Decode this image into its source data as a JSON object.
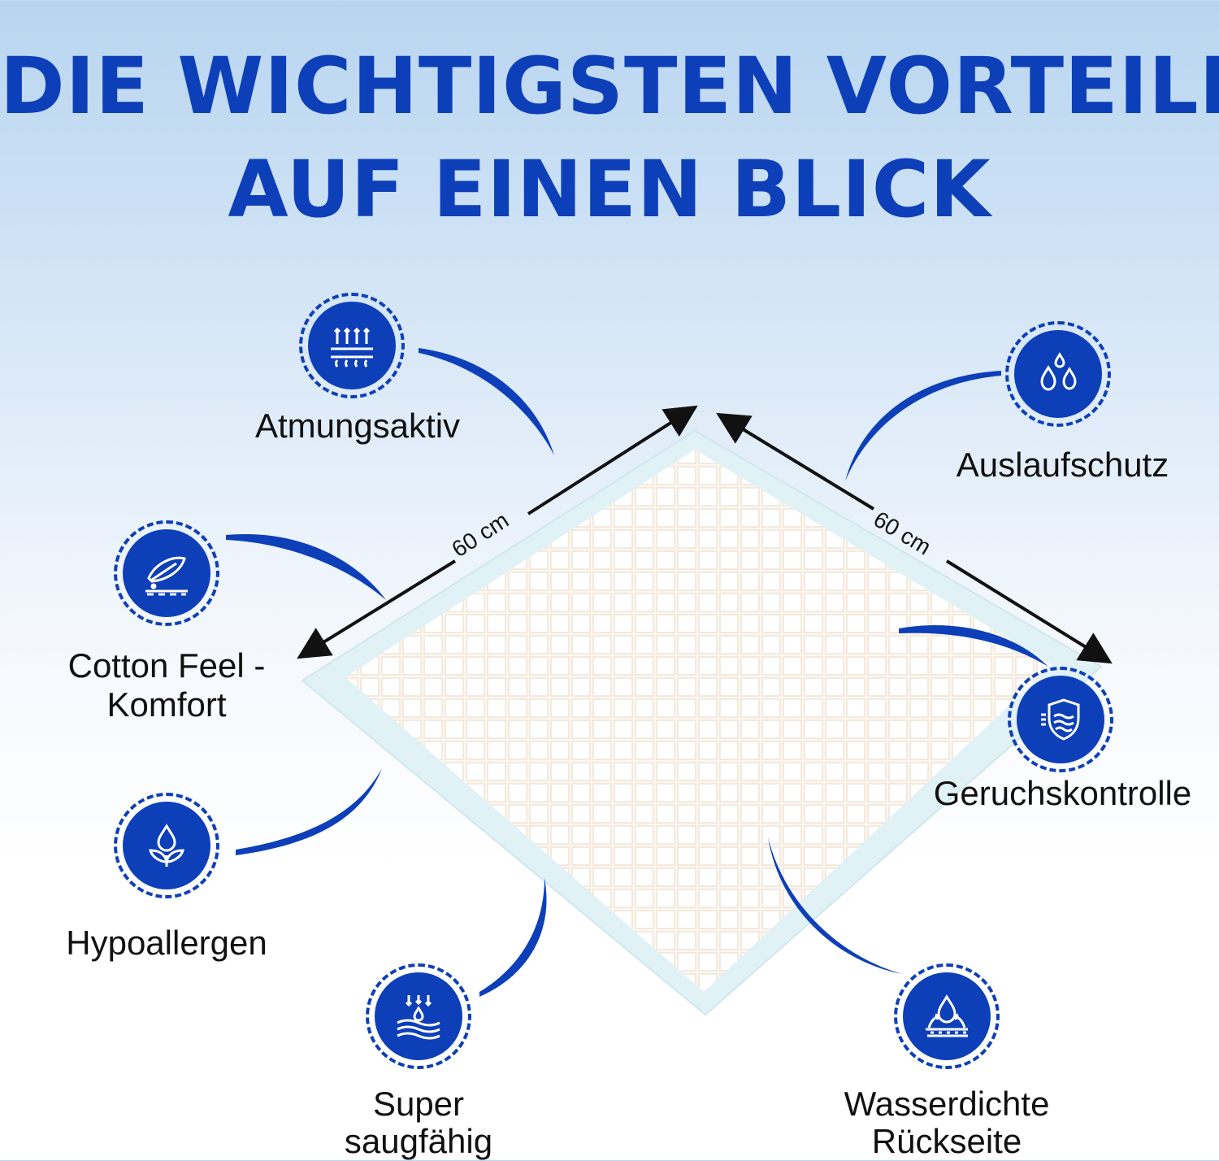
{
  "headline": {
    "line1": "DIE WICHTIGSTEN VORTEILE",
    "line2": "AUF EINEN BLICK"
  },
  "dimensions": {
    "left": "60 cm",
    "right": "60 cm"
  },
  "features": {
    "breathable": {
      "label": "Atmungsaktiv",
      "icon": "breathable-layer-icon"
    },
    "cotton": {
      "label_line1": "Cotton Feel -",
      "label_line2": "Komfort",
      "icon": "feather-icon"
    },
    "hypo": {
      "label": "Hypoallergen",
      "icon": "leaf-drop-icon"
    },
    "absorbent": {
      "label_line1": "Super",
      "label_line2": "saugfähig",
      "icon": "absorb-icon"
    },
    "leak": {
      "label": "Auslaufschutz",
      "icon": "drops-icon"
    },
    "odor": {
      "label": "Geruchskontrolle",
      "icon": "shield-waves-icon"
    },
    "waterproof": {
      "label_line1": "Wasserdichte",
      "label_line2": "Rückseite",
      "icon": "waterproof-drop-icon"
    }
  },
  "colors": {
    "brand_blue": "#0d3fb8",
    "pad_border": "#dff1f6",
    "pad_quilt": "#fbf6f2"
  }
}
